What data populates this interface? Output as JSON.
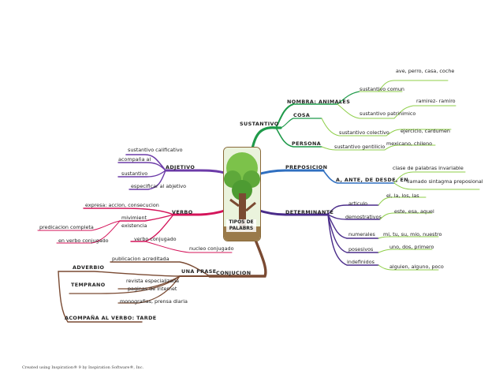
{
  "map": {
    "center": "TIPOS DE PALABRS",
    "footer": "Created using Inspiration® 9 by Inspiration Software®, Inc.",
    "sustantivo": {
      "label": "SUSTANTIVO",
      "nombra": "NOMBRA: ANIMALES",
      "ave": "ave, perro, casa, coche",
      "comun": "sustantivo comun",
      "ramirez": "ramirez- ramiro",
      "patrinimico": "sustantivo patrinimico",
      "cosa": "COSA",
      "colectivo": "sustantivo colectivo",
      "ejercicio": "ejercicio, cardumen",
      "persona": "PERSONA",
      "gentilicio": "sustantivo gentilicio",
      "mexicano": "mexicano, chileno"
    },
    "preposicion": {
      "label": "PREPOSICION",
      "clase": "clase de palabras invariable",
      "ante": "A, ANTE, DE DESDE, EN",
      "sintagma": "llamado sintagma preposional"
    },
    "determinante": {
      "label": "DETERMINANTE",
      "ellalos": "el, la, los, las",
      "articulo": "articulo",
      "este": "este, esa, aquel",
      "demostrativos": "demostrativos",
      "numerales": "numerales",
      "mitu": "mi, tu, su, mio, nuestro",
      "posesivos": "posesivos",
      "uno": "uno, dos, primero",
      "indefinidos": "indefinidos",
      "alguien": "alguien, alguno, poco"
    },
    "adjetivo": {
      "label": "ADJETIVO",
      "calificativo": "sustantivo calificativo",
      "acompana": "acompaña al",
      "sustantivo": "sustantivo",
      "especificar": "especificar al abjetivo"
    },
    "verbo": {
      "label": "VERBO",
      "expresa": "expresa: accion, consecucion",
      "movimiento": "mivimient",
      "existencia": "existencia",
      "predicacion": "predicacion completa",
      "enverbo": "en verbo conjugado",
      "conjugado": "verbo conjugado",
      "nucleo": "nucleo conjugado"
    },
    "conjucion": {
      "label": "CONJUCION",
      "frase": "UNA FRASE",
      "publicacion": "publicacion acreditada",
      "adverbio": "ADVERBIO",
      "revista": "revista especializada",
      "paginas": "paginas de internet",
      "temprano": "TEMPRANO",
      "monografias": "monografias, prensa diaria",
      "tarde": "ACOMPAÑA AL VERBO: TARDE"
    }
  },
  "colors": {
    "sustantivo": "#1f9a4a",
    "preposicion": "#2f6fc0",
    "determinante": "#4a2c8a",
    "adjetivo": "#6c3ba8",
    "verbo": "#d4145a",
    "conjucion": "#7a4a32",
    "leaf": "#8fcf4a"
  }
}
